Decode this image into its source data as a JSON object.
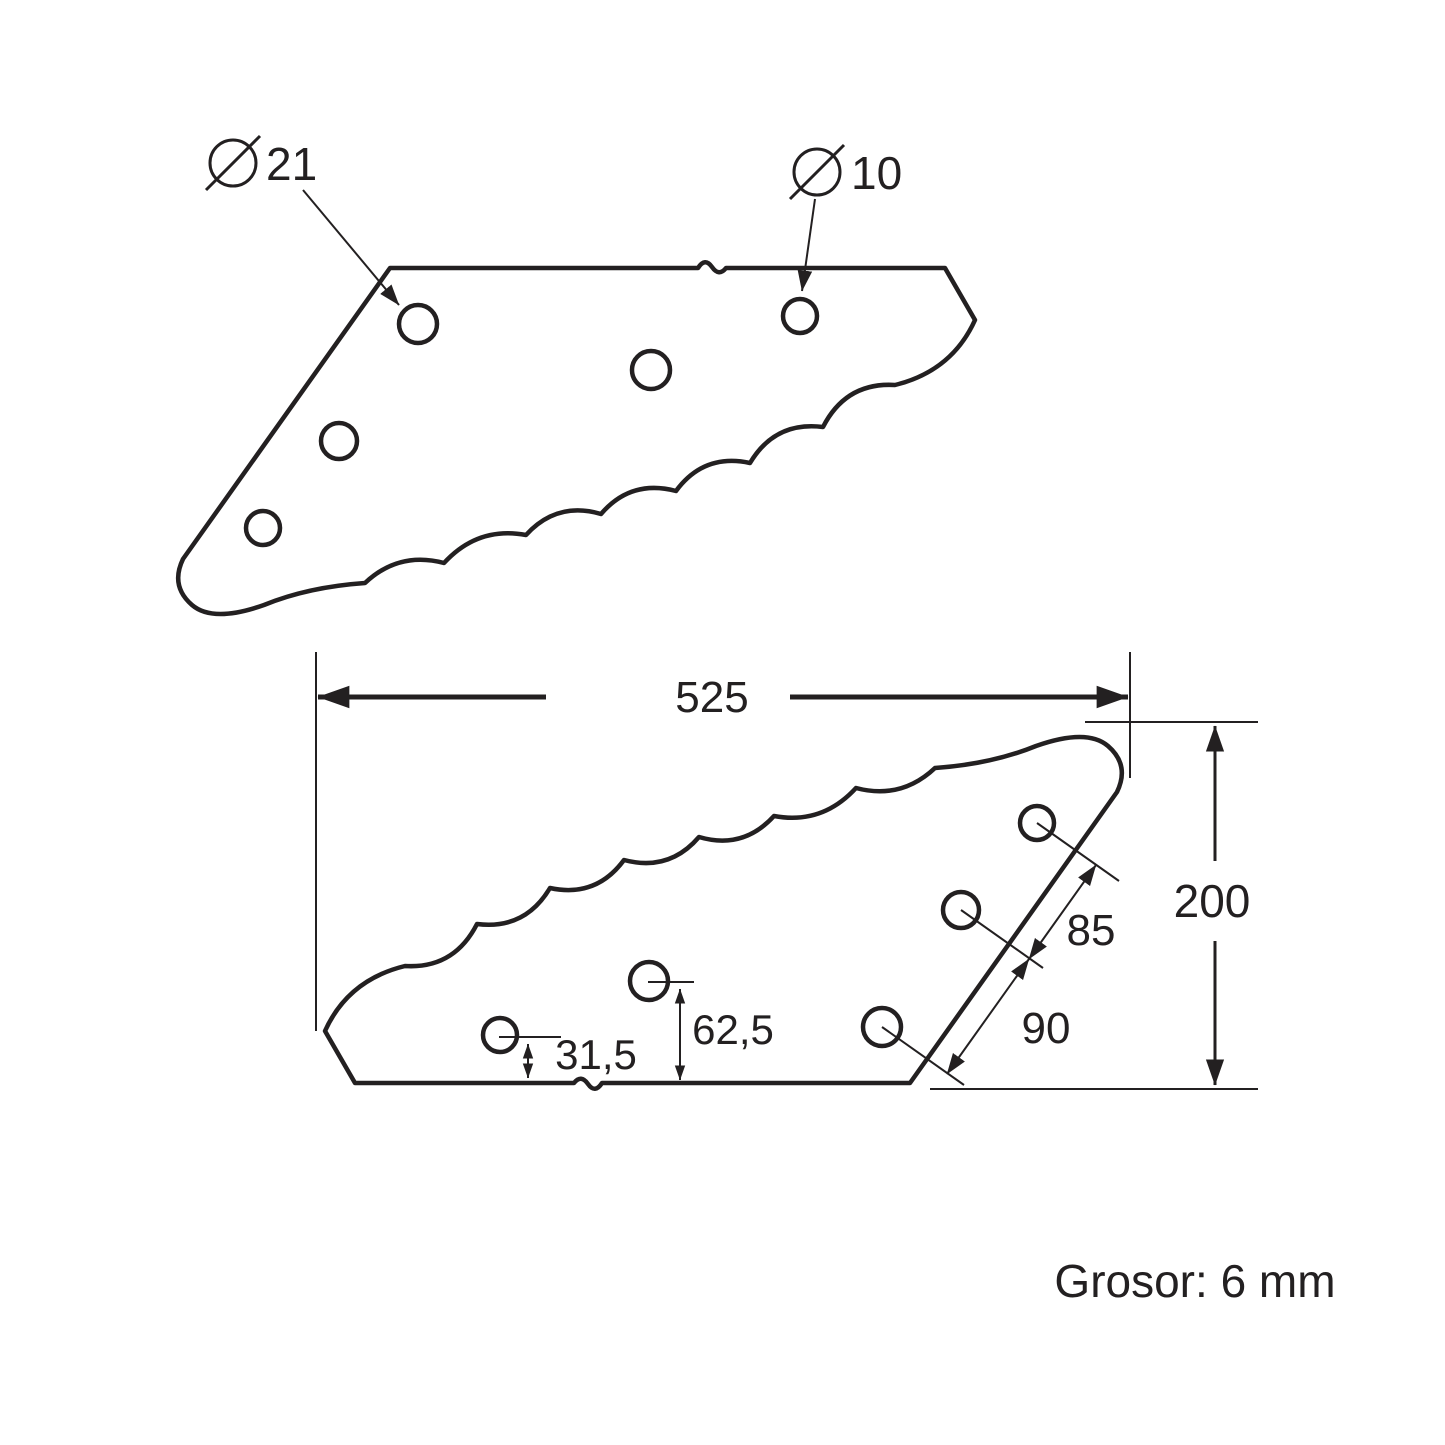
{
  "drawing": {
    "note_thickness": "Grosor: 6 mm",
    "line_color": "#232021",
    "background_color": "#ffffff",
    "hole_labels": {
      "large": {
        "symbol": "diameter-icon",
        "value": "21"
      },
      "small": {
        "symbol": "diameter-icon",
        "value": "10"
      }
    },
    "dimensions": {
      "width": "525",
      "height": "200",
      "hole_spacing_upper": "85",
      "hole_spacing_lower": "90",
      "hole_offset_middle": "62,5",
      "hole_offset_bottom": "31,5"
    }
  }
}
